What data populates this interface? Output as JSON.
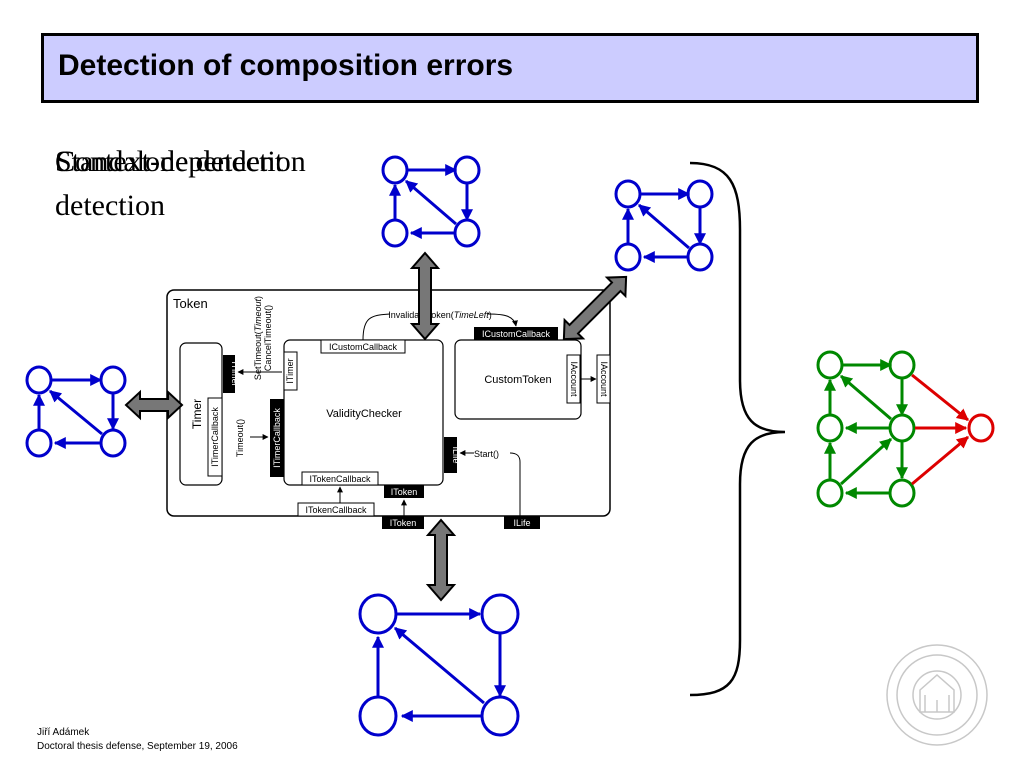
{
  "slide": {
    "title": "Detection of composition errors",
    "overlay_text_1": "Standalone detection",
    "overlay_text_2": "Context-dependent detection",
    "footer_author": "Jiří Adámek",
    "footer_event": "Doctoral thesis defense, September 19, 2006"
  },
  "diagram": {
    "token_label": "Token",
    "timer_label": "Timer",
    "validity_checker_label": "ValidityChecker",
    "custom_token_label": "CustomToken",
    "interfaces": {
      "itimer": "ITimer",
      "itimercallback": "ITimerCallback",
      "icustomcallback": "ICustomCallback",
      "iaccount": "IAccount",
      "itokencallback": "ITokenCallback",
      "itoken": "IToken",
      "ilife": "ILife"
    },
    "calls": {
      "set_timeout_prefix": "SetTimeout(",
      "set_timeout_arg": "Timeout",
      "set_timeout_suffix": ")",
      "cancel_timeout": "CancelTimeout()",
      "timeout": "Timeout()",
      "invalidate_token_prefix": "InvalidateToken(",
      "invalidate_token_arg": "TimeLeft",
      "invalidate_token_suffix": ")",
      "start": "Start()"
    },
    "colors": {
      "blue_graph": "#0000cc",
      "green_graph": "#008800",
      "red_graph": "#dd0000",
      "connector_arrow": "#777777",
      "title_background": "#ccccff",
      "interface_box": "#000000"
    }
  }
}
